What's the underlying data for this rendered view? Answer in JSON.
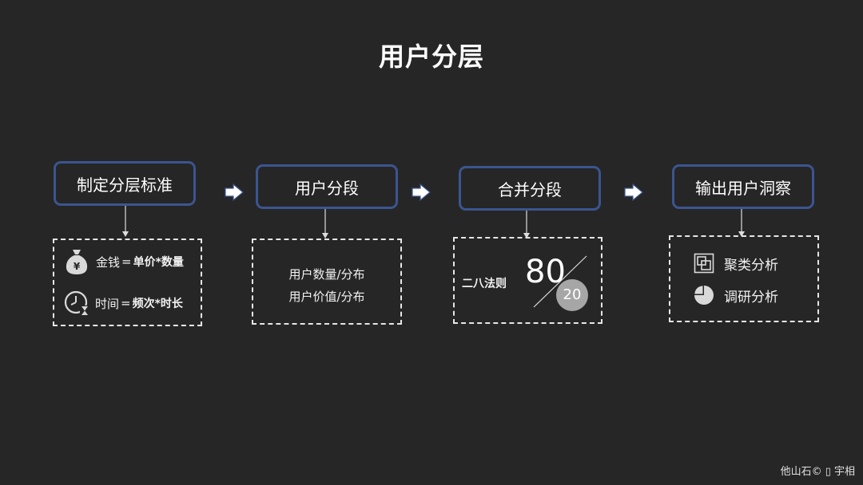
{
  "title": "用户分层",
  "stages": [
    {
      "label": "制定分层标准"
    },
    {
      "label": "用户分段"
    },
    {
      "label": "合并分段"
    },
    {
      "label": "输出用户洞察"
    }
  ],
  "stage1_detail": {
    "money": {
      "icon": "money-bag-icon",
      "label": "金钱",
      "eq": "=",
      "formula": "单价*数量"
    },
    "time": {
      "icon": "clock-hourglass-icon",
      "label": "时间",
      "eq": "=",
      "formula": "频次*时长"
    }
  },
  "stage2_detail": {
    "lines": [
      "用户数量/分布",
      "用户价值/分布"
    ]
  },
  "stage3_detail": {
    "rule": "二八法则",
    "big_number": "80",
    "small_number": "20"
  },
  "stage4_detail": {
    "items": [
      {
        "icon": "cluster-squares-icon",
        "label": "聚类分析"
      },
      {
        "icon": "pie-chart-icon",
        "label": "调研分析"
      }
    ]
  },
  "watermark": "他山石© ▯ 宇相",
  "colors": {
    "background": "#262626",
    "stage_border": "#3b5590",
    "dashed_border": "#e6e6e6",
    "arrow": "#ffffff"
  }
}
